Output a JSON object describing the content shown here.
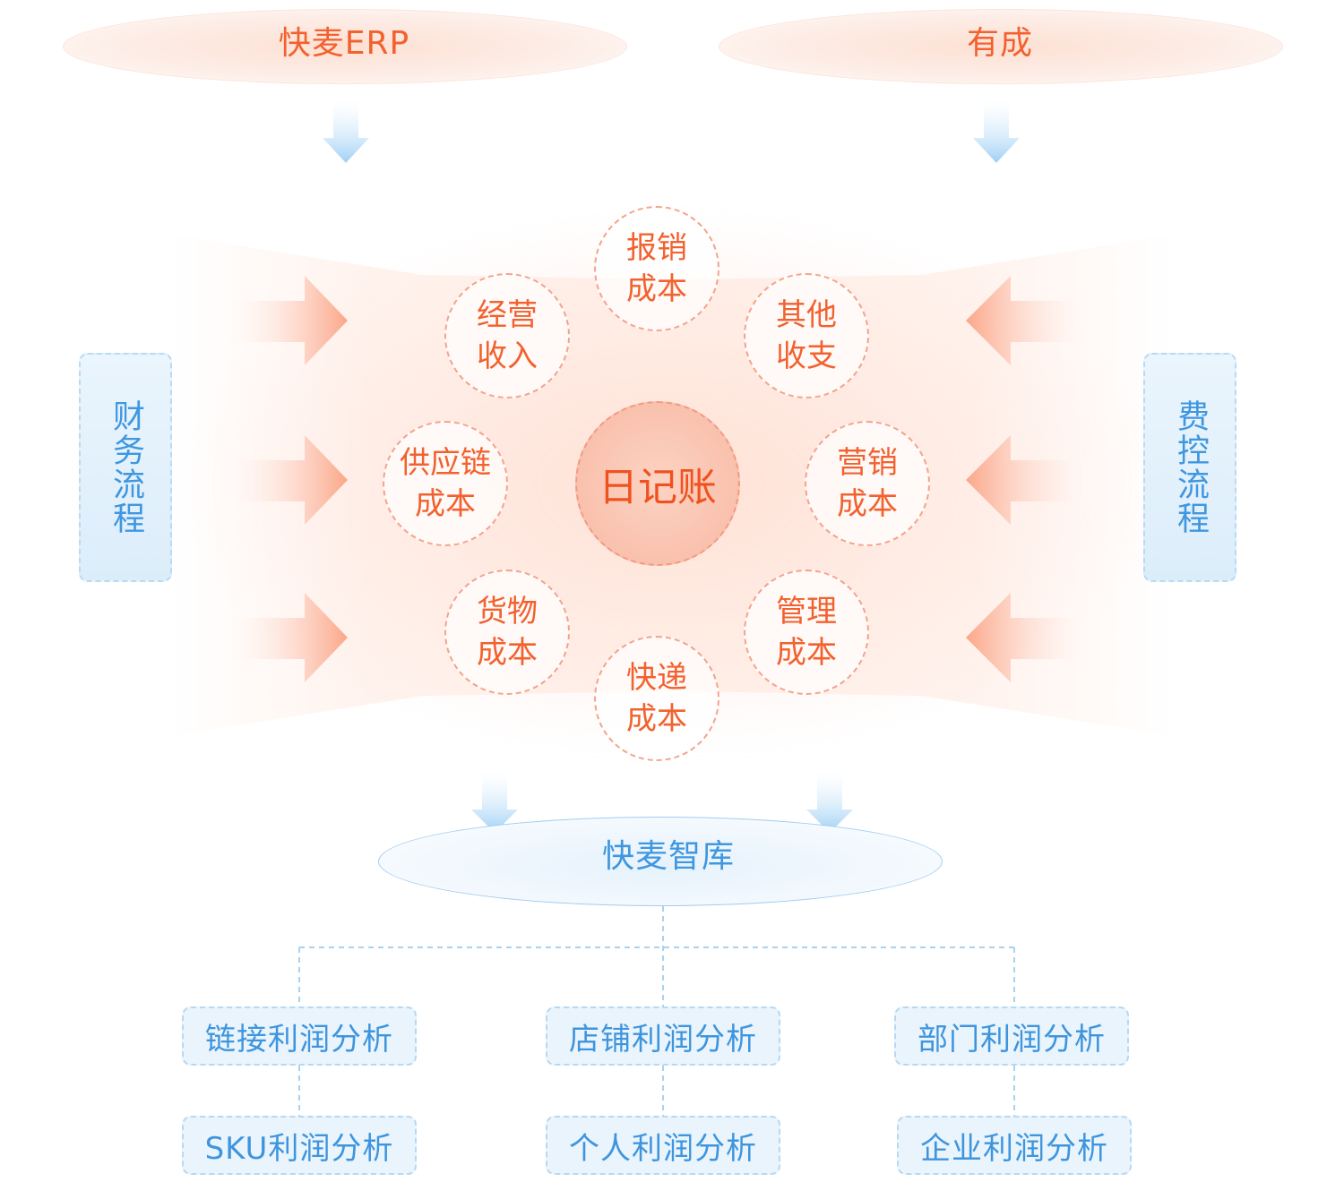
{
  "sources": {
    "left": "快麦ERP",
    "right": "有成"
  },
  "hub": "日记账",
  "nodes": {
    "top": [
      "报销",
      "成本"
    ],
    "upper_left": [
      "经营",
      "收入"
    ],
    "upper_right": [
      "其他",
      "收支"
    ],
    "mid_left": [
      "供应链",
      "成本"
    ],
    "mid_right": [
      "营销",
      "成本"
    ],
    "lower_left": [
      "货物",
      "成本"
    ],
    "lower_right": [
      "管理",
      "成本"
    ],
    "bottom": [
      "快递",
      "成本"
    ]
  },
  "side_labels": {
    "left": "财务流程",
    "right": "费控流程"
  },
  "warehouse": "快麦智库",
  "analysis": {
    "left": [
      "链接利润分析",
      "SKU利润分析"
    ],
    "center": [
      "店铺利润分析",
      "个人利润分析"
    ],
    "right": [
      "部门利润分析",
      "企业利润分析"
    ]
  },
  "colors": {
    "orange_text": "#f2612e",
    "blue_text": "#3f97e0",
    "arrow_orange": "#fbb39a",
    "arrow_blue": "#a9d5f6"
  }
}
